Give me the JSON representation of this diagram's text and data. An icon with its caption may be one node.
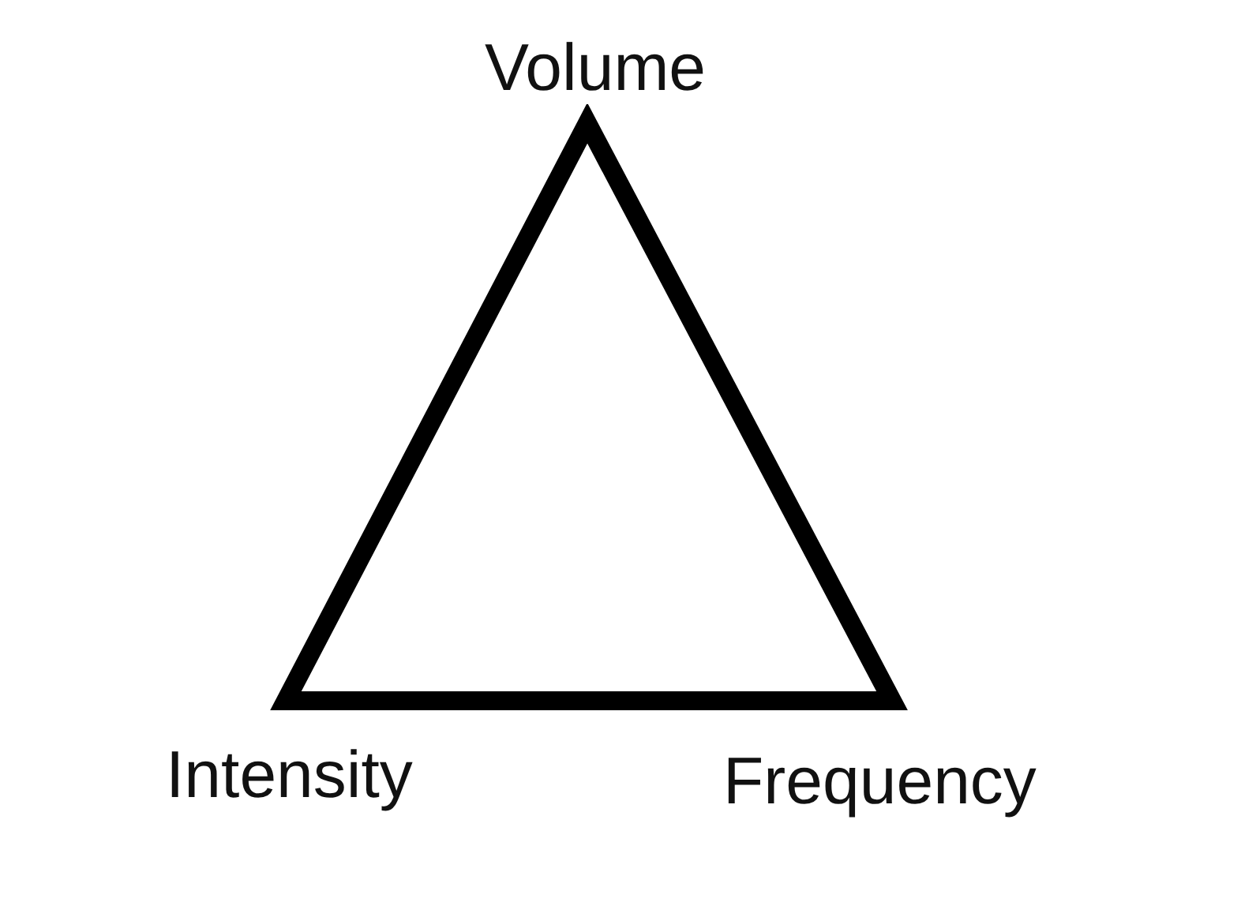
{
  "diagram": {
    "nodes": [
      {
        "text": [],
        "shape": "triangle",
        "beside": [
          "Volume",
          "Intensity",
          "Frequency"
        ]
      }
    ]
  }
}
